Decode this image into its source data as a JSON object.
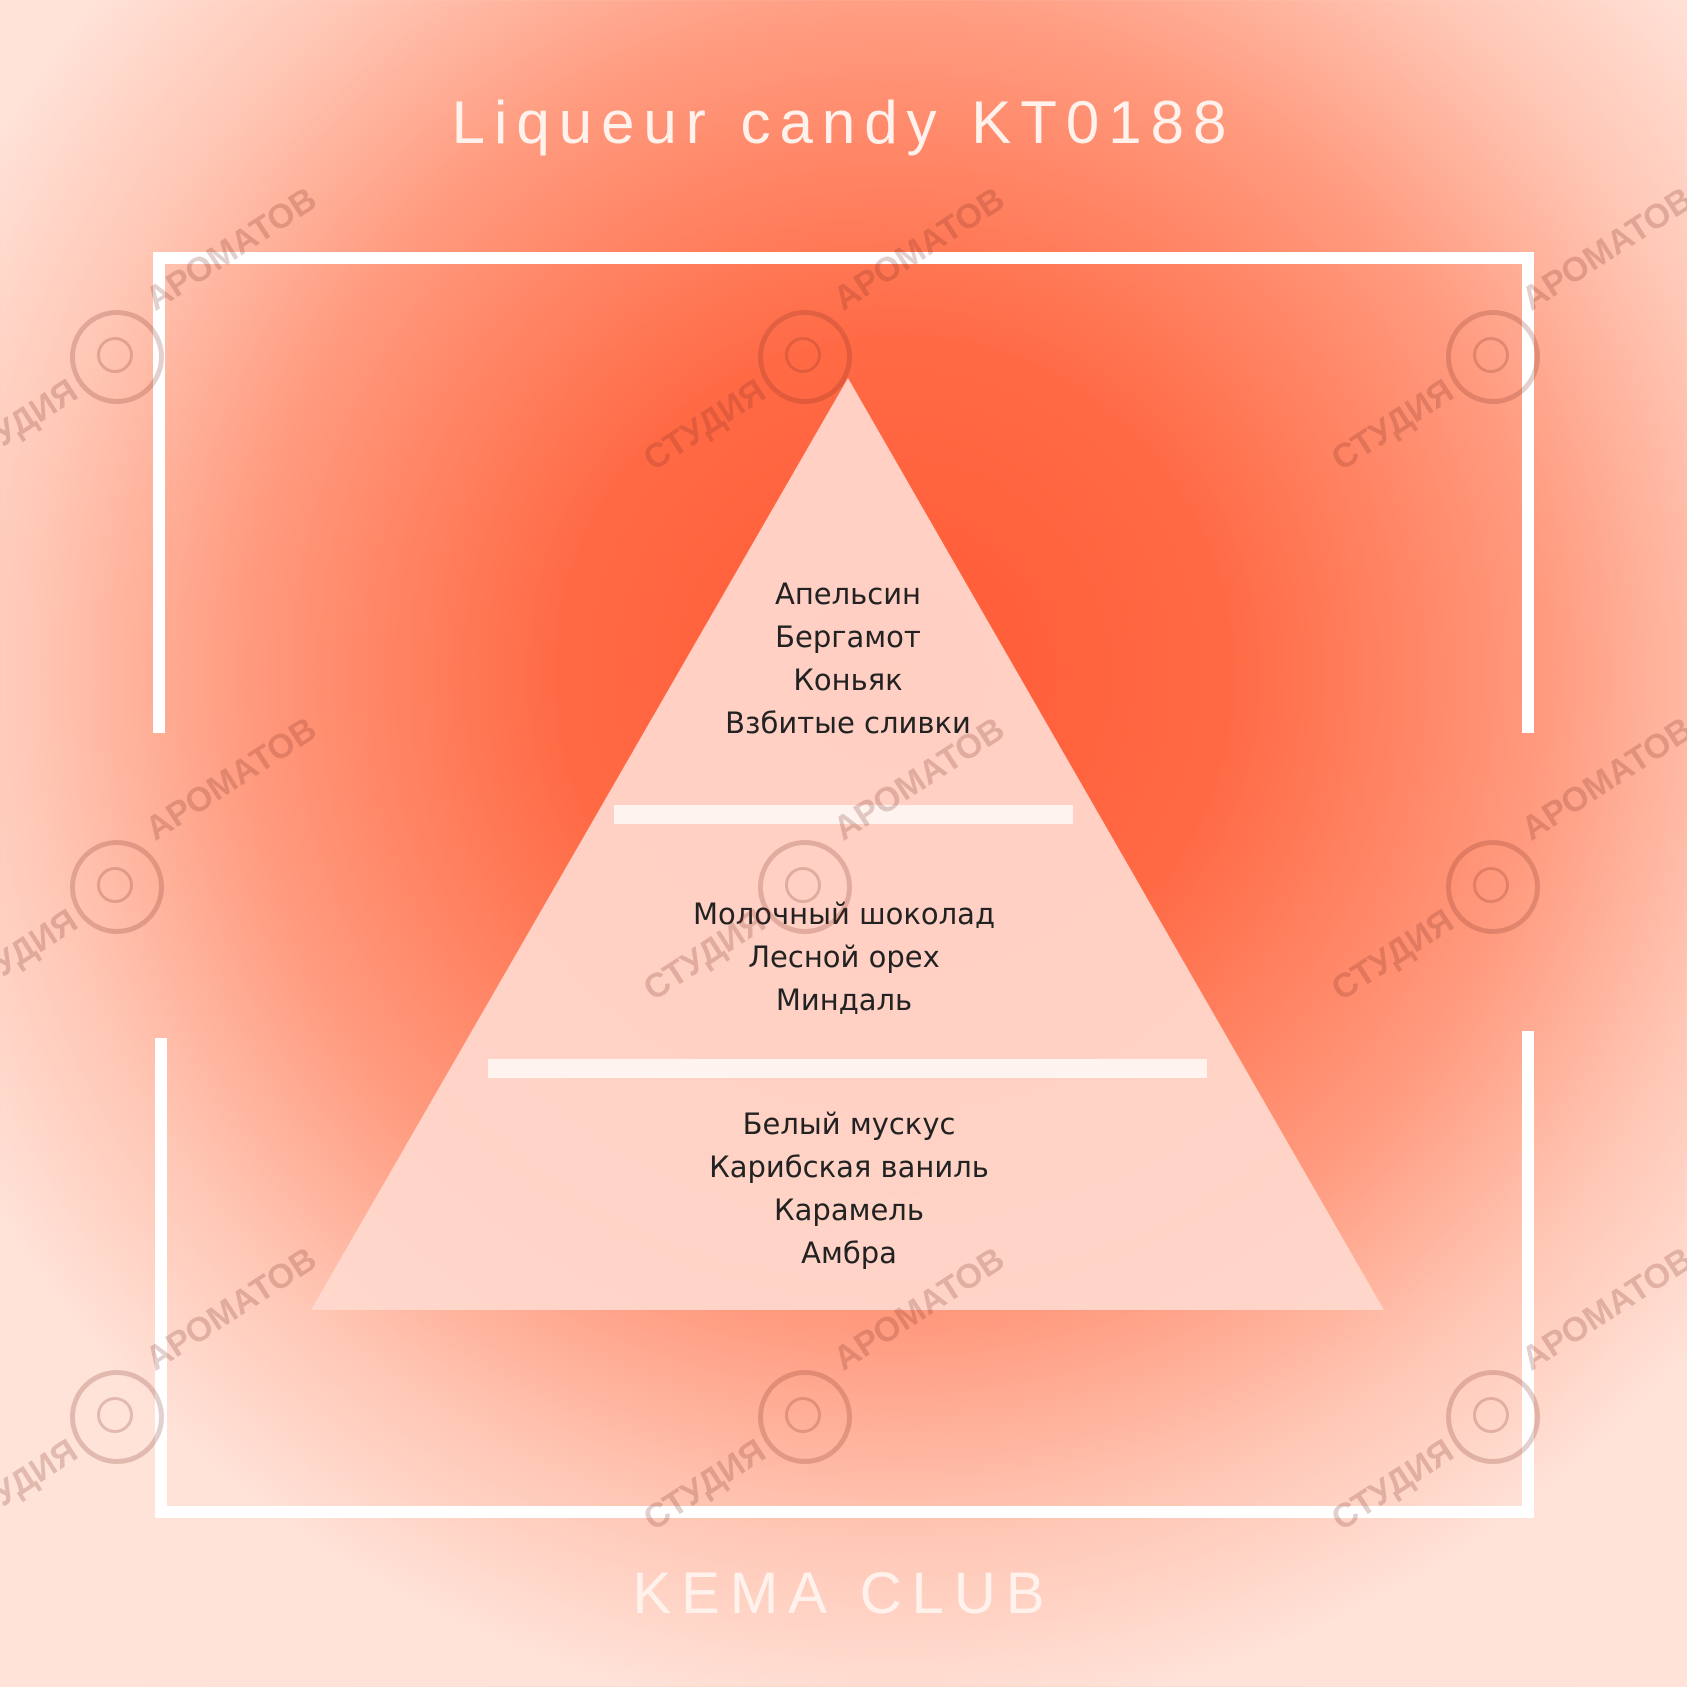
{
  "title": "Liqueur candy KT0188",
  "footer": "KEMA CLUB",
  "pyramid": {
    "top": [
      "Апельсин",
      "Бергамот",
      "Коньяк",
      "Взбитые сливки"
    ],
    "middle": [
      "Молочный шоколад",
      "Лесной орех",
      "Миндаль"
    ],
    "base": [
      "Белый мускус",
      "Карибская ваниль",
      "Карамель",
      "Амбра"
    ]
  },
  "watermark": {
    "line1": "АРОМАТОВ",
    "line2": "СТУДИЯ"
  },
  "colors": {
    "background_center": "#ff5a35",
    "background_edge": "#ffe2d8",
    "frame": "#ffffff",
    "pyramid_fill": "#ffd8cd",
    "text": "#222222"
  }
}
